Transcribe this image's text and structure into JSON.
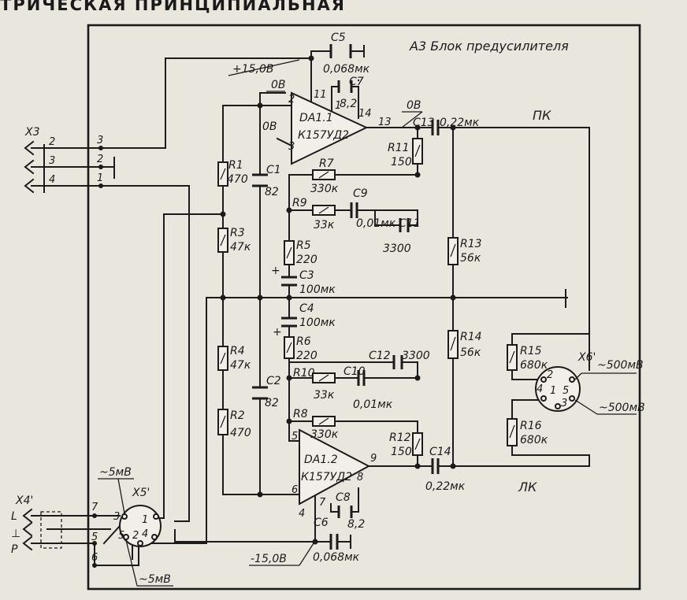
{
  "header": {
    "title": "ТРИЧЕСКАЯ ПРИНЦИПИАЛЬНАЯ"
  },
  "block": {
    "title": "A3 Блок предусилителя"
  },
  "supply": {
    "pos": "+15,0В",
    "neg": "-15,0В"
  },
  "nets": {
    "zero1": "0В",
    "zero2": "0В",
    "zero3": "0В",
    "pk": "ПК",
    "lk": "ЛК"
  },
  "opamps": {
    "da11": {
      "ref": "DA1.1",
      "type": "К157УД2",
      "pins": {
        "p2": "2",
        "p3": "3",
        "p11": "11",
        "p1": "1",
        "p14": "14",
        "p13": "13"
      }
    },
    "da12": {
      "ref": "DA1.2",
      "type": "К157УД2",
      "pins": {
        "p5": "5",
        "p6": "6",
        "p4": "4",
        "p7": "7",
        "p8": "8",
        "p9": "9"
      }
    }
  },
  "components": {
    "R1": {
      "ref": "R1",
      "value": "470"
    },
    "R2": {
      "ref": "R2",
      "value": "470"
    },
    "R3": {
      "ref": "R3",
      "value": "47к"
    },
    "R4": {
      "ref": "R4",
      "value": "47к"
    },
    "R5": {
      "ref": "R5",
      "value": "220"
    },
    "R6": {
      "ref": "R6",
      "value": "220"
    },
    "R7": {
      "ref": "R7",
      "value": "330к"
    },
    "R8": {
      "ref": "R8",
      "value": "330к"
    },
    "R9": {
      "ref": "R9",
      "value": "33к"
    },
    "R10": {
      "ref": "R10",
      "value": "33к"
    },
    "R11": {
      "ref": "R11",
      "value": "150"
    },
    "R12": {
      "ref": "R12",
      "value": "150"
    },
    "R13": {
      "ref": "R13",
      "value": "56к"
    },
    "R14": {
      "ref": "R14",
      "value": "56к"
    },
    "R15": {
      "ref": "R15",
      "value": "680к"
    },
    "R16": {
      "ref": "R16",
      "value": "680к"
    },
    "C1": {
      "ref": "C1",
      "value": "82"
    },
    "C2": {
      "ref": "C2",
      "value": "82"
    },
    "C3": {
      "ref": "C3",
      "value": "100мк"
    },
    "C4": {
      "ref": "C4",
      "value": "100мк"
    },
    "C5": {
      "ref": "C5",
      "value": "0,068мк"
    },
    "C6": {
      "ref": "C6",
      "value": "0,068мк"
    },
    "C7": {
      "ref": "C7",
      "value": "8,2"
    },
    "C8": {
      "ref": "C8",
      "value": "8,2"
    },
    "C9": {
      "ref": "C9",
      "value": "0,01мк"
    },
    "C10": {
      "ref": "C10",
      "value": "0,01мк"
    },
    "C11": {
      "ref": "C11",
      "value": "3300"
    },
    "C12": {
      "ref": "C12",
      "value": "3300"
    },
    "C13": {
      "ref": "C13",
      "value": "0,22мк"
    },
    "C14": {
      "ref": "C14",
      "value": "0,22мк"
    }
  },
  "connectors": {
    "x3": {
      "ref": "X3",
      "outer": [
        "2",
        "3",
        "4"
      ],
      "inner": [
        "3",
        "2",
        "1"
      ]
    },
    "x4": {
      "ref": "X4'",
      "lines": [
        "L",
        "⊥",
        "P"
      ],
      "pins": [
        "7",
        "5",
        "6"
      ]
    },
    "x5": {
      "ref": "X5'",
      "pins": {
        "p3": "3",
        "p1": "1",
        "p5": "5",
        "p2": "2",
        "p4": "4"
      },
      "sig_top": "~5мВ",
      "sig_bottom": "~5мВ"
    },
    "x6": {
      "ref": "X6'",
      "pins": {
        "p2": "2",
        "p4": "4",
        "p1": "1",
        "p5": "5",
        "p3": "3"
      },
      "sig_top": "~500мВ",
      "sig_bottom": "~500мВ"
    }
  }
}
